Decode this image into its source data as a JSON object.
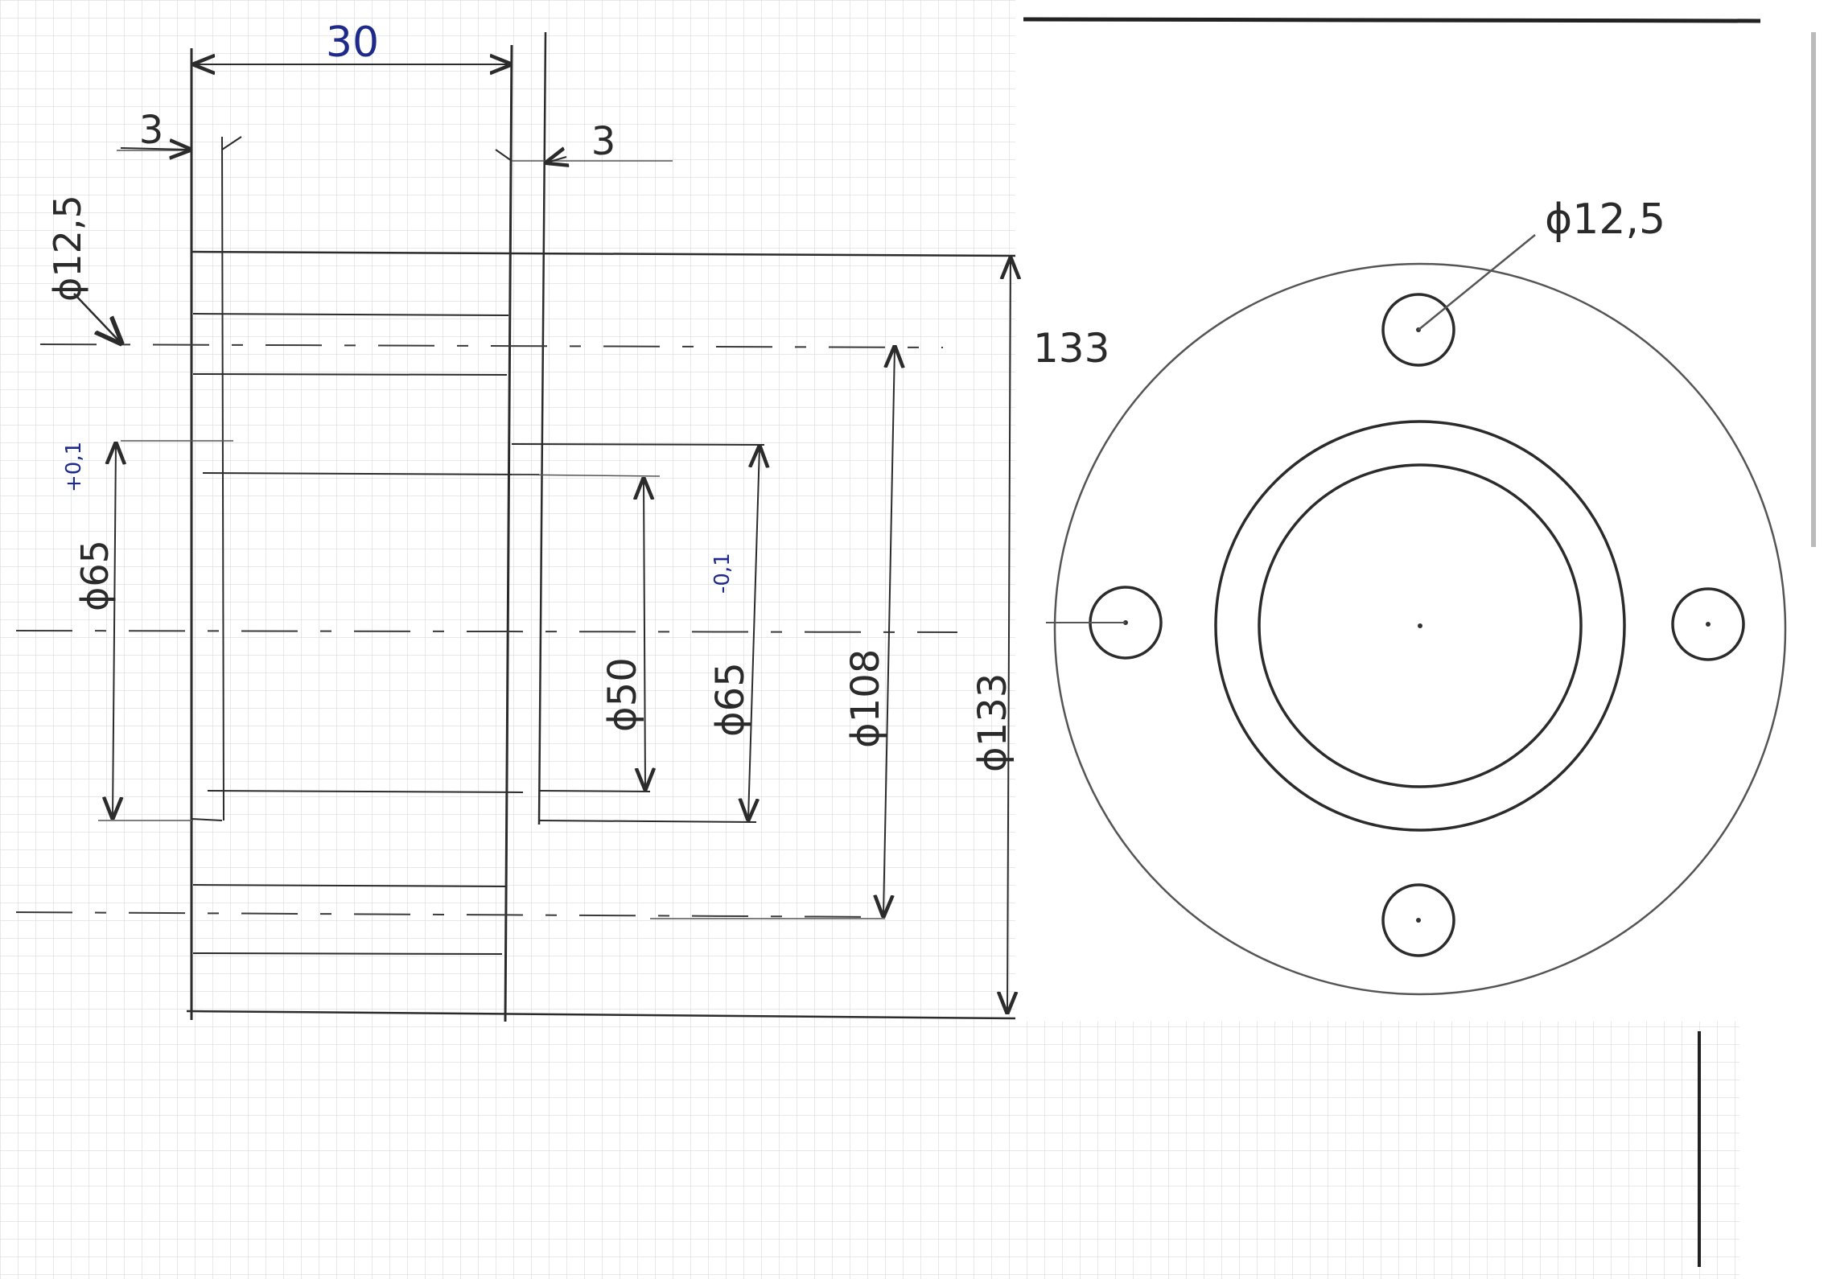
{
  "colors": {
    "paper": "#ffffff",
    "grid": "#c9ccd3",
    "ink": "#2b2b2b",
    "blue_ink": "#1e2a8a"
  },
  "side_view": {
    "width_dim": "30",
    "left_step_dim": "3",
    "right_step_dim": "3",
    "hole_dim": "ϕ12,5",
    "bore_tol_dim": "ϕ65",
    "bore_tol_value": "+0,1",
    "inner_dim": "ϕ50",
    "spigot_dim": "ϕ65",
    "spigot_tol_value": "-0,1",
    "pcd_dim": "ϕ108",
    "outer_dim": "ϕ133"
  },
  "front_view": {
    "hole_label": "ϕ12,5",
    "outer_label": "133"
  }
}
